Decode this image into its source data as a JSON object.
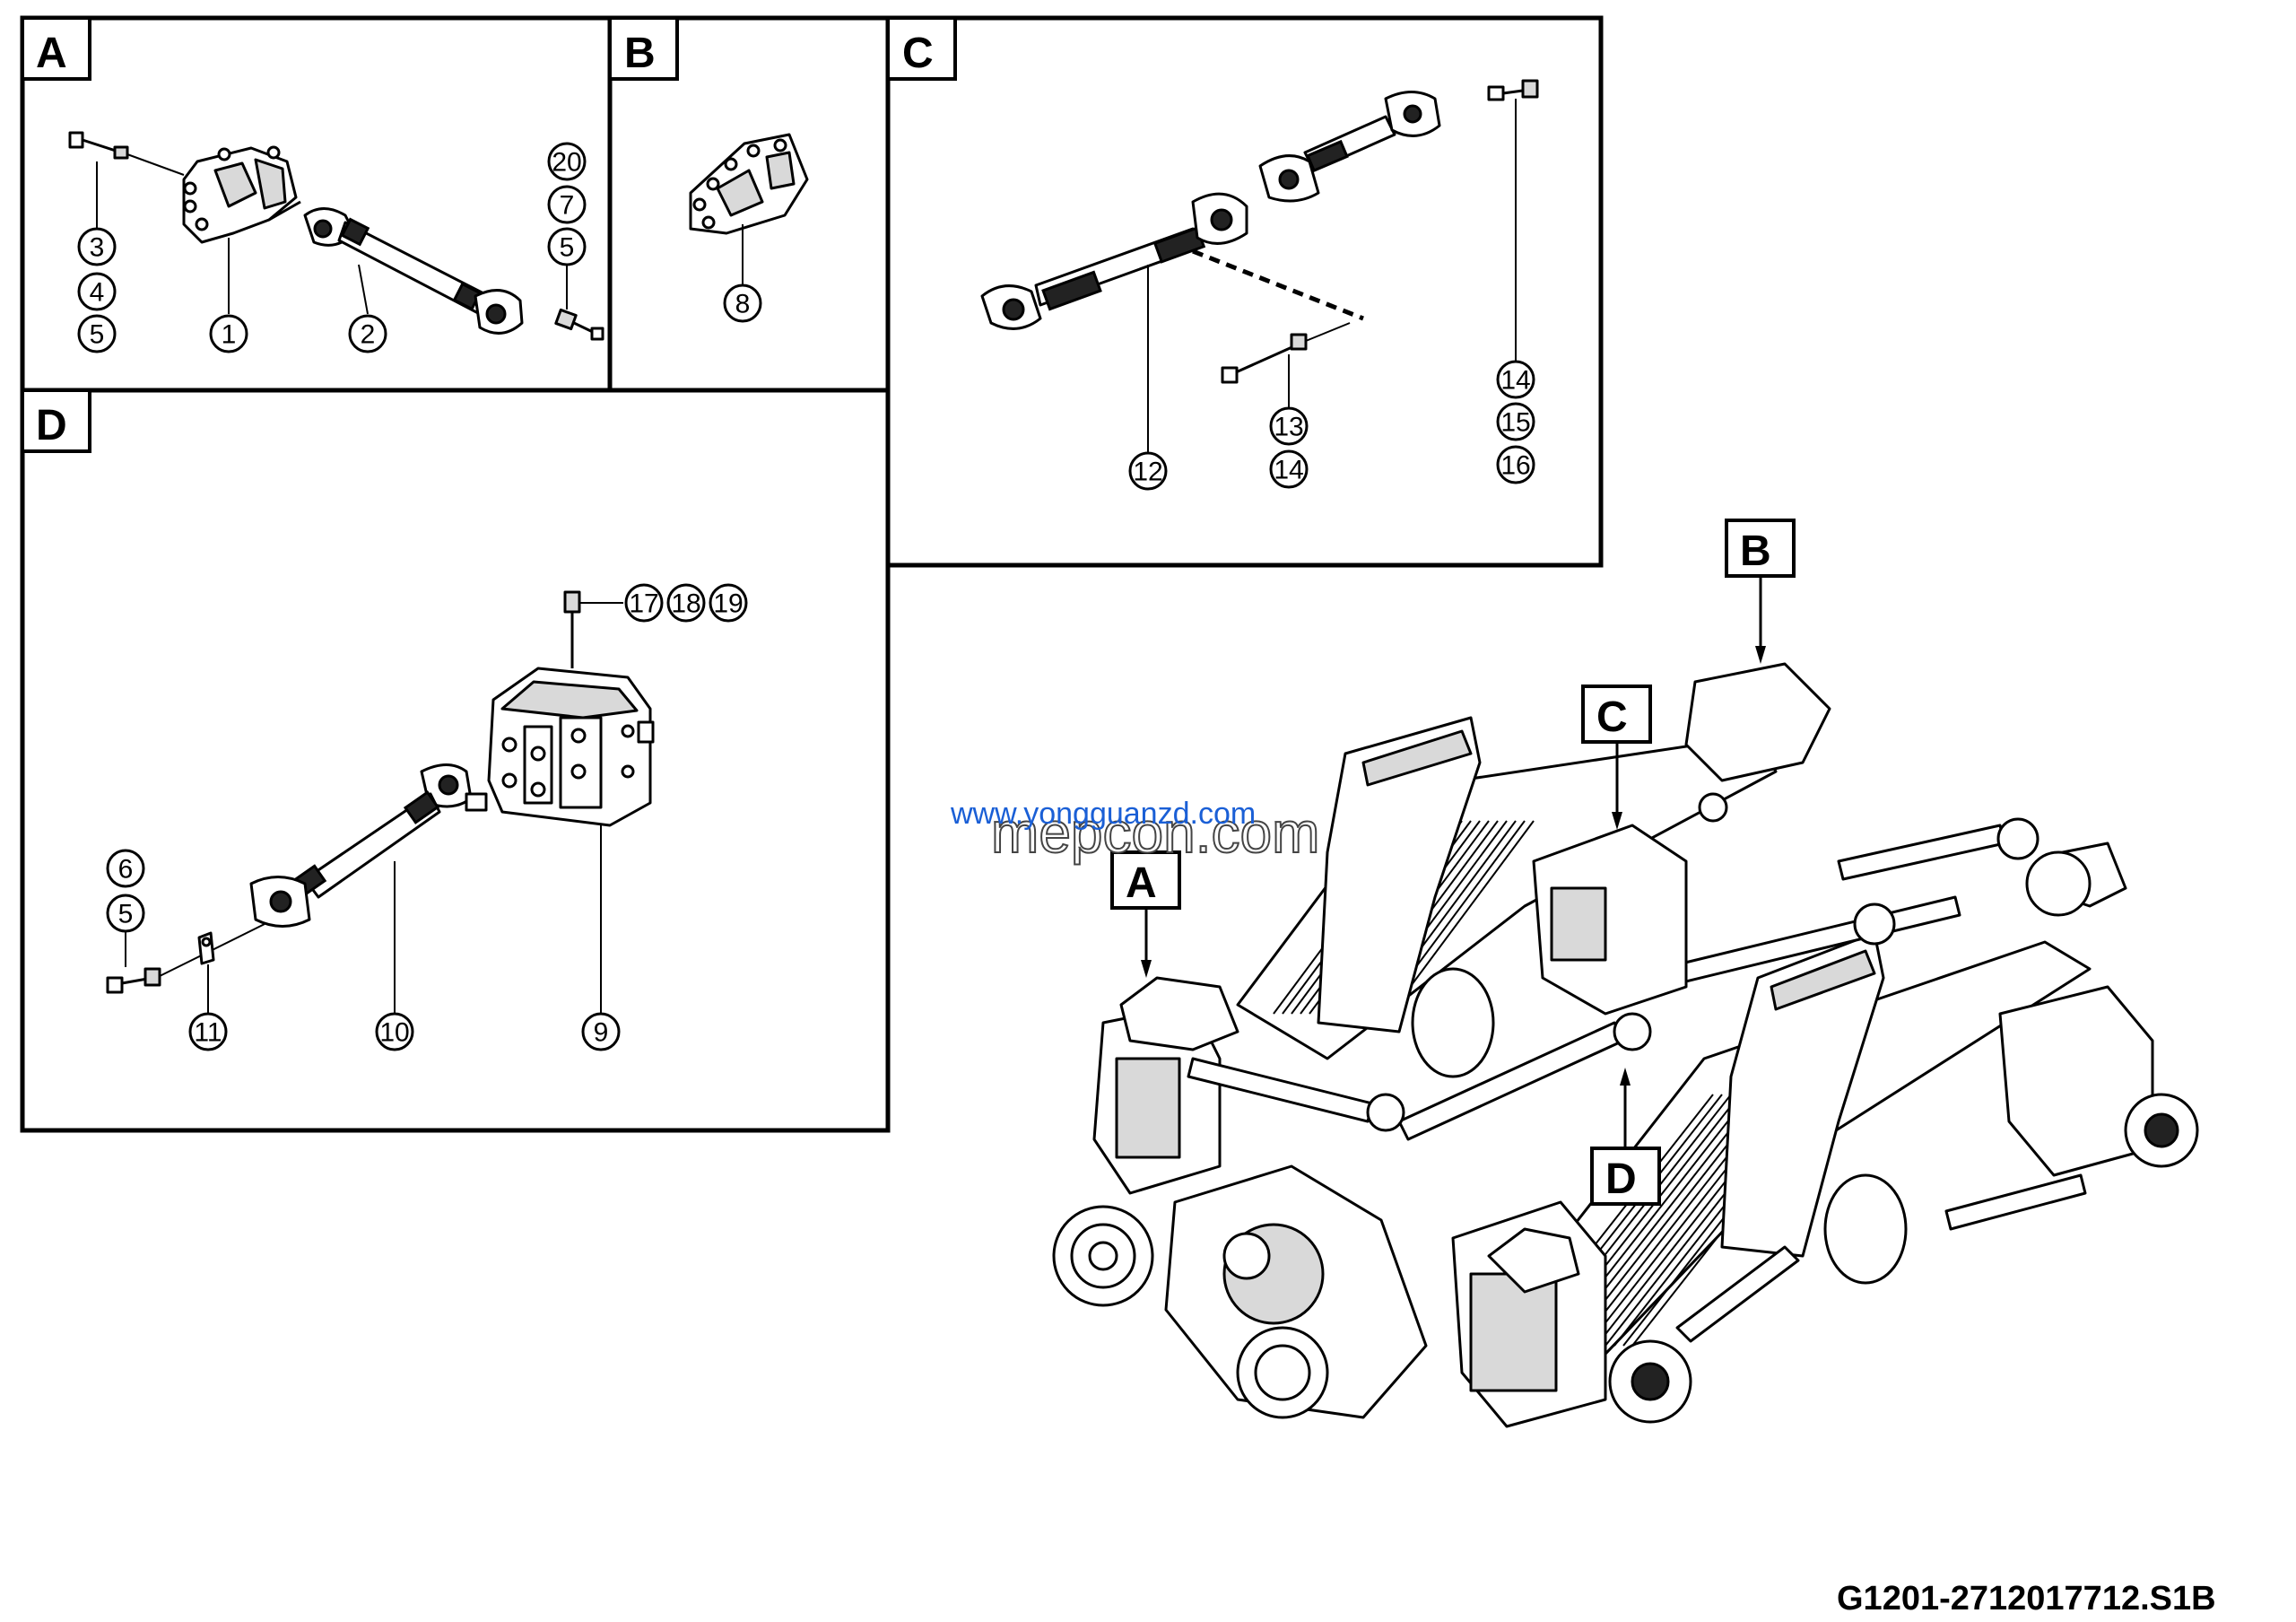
{
  "panels": {
    "A": "A",
    "B": "B",
    "C": "C",
    "D": "D"
  },
  "callouts": {
    "a_3": "3",
    "a_4": "4",
    "a_5": "5",
    "a_1": "1",
    "a_2": "2",
    "a_20": "20",
    "a_7": "7",
    "a_5b": "5",
    "b_8": "8",
    "c_12": "12",
    "c_13": "13",
    "c_14": "14",
    "c_14b": "14",
    "c_15": "15",
    "c_16": "16",
    "d_17": "17",
    "d_18": "18",
    "d_19": "19",
    "d_6": "6",
    "d_5": "5",
    "d_11": "11",
    "d_10": "10",
    "d_9": "9"
  },
  "overview_tags": {
    "A": "A",
    "B": "B",
    "C": "C",
    "D": "D"
  },
  "watermarks": {
    "url": "www.yongguanzd.com",
    "site": "mepcon.com"
  },
  "drawing_code": "G1201-2712017712.S1B"
}
